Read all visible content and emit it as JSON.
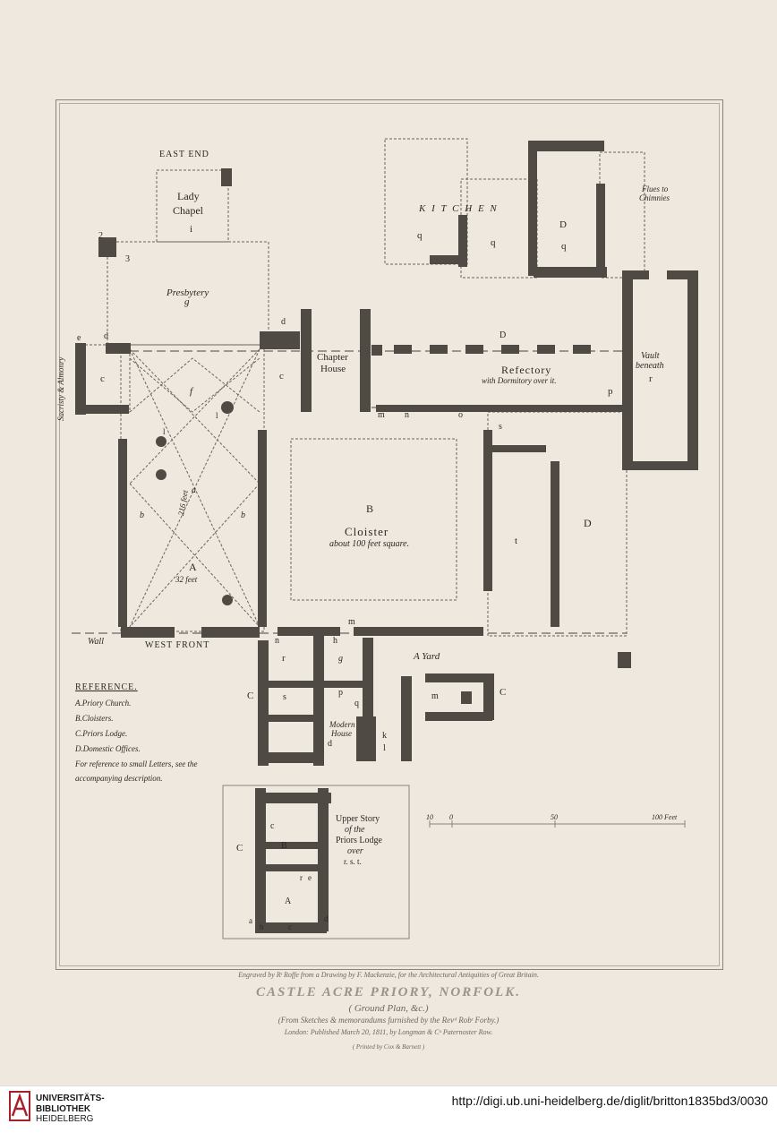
{
  "plan": {
    "east_end": "EAST END",
    "lady_chapel": [
      "Lady",
      "Chapel"
    ],
    "i": "i",
    "n2": "2",
    "n3": "3",
    "presbytery": "Presbytery",
    "g": "g",
    "e": "e",
    "d": "d",
    "c": "c",
    "f": "f",
    "sacristy": "Sacristy",
    "amp": "&",
    "almonry": "Almonry",
    "chapter_house": [
      "Chapter",
      "House"
    ],
    "refectory": "Refectory",
    "refectory_sub": "with Dormitory over it.",
    "D": "D",
    "p": "p",
    "vault_beneath": [
      "Vault",
      "beneath"
    ],
    "r": "r",
    "kitchen": "K I T C H E N",
    "q": "q",
    "flues": [
      "Flues to",
      "Chimnies"
    ],
    "m": "m",
    "n": "n",
    "o": "o",
    "s": "s",
    "t": "t",
    "a": "a",
    "b": "b",
    "l": "l",
    "cloister_letter": "B",
    "cloister": "Cloister",
    "cloister_sub": "about 100 feet square.",
    "nave_a": "A",
    "nave_width": "32 feet",
    "nave_length": "216 feet",
    "wall": "Wall",
    "west_front": "WEST FRONT",
    "h": "h",
    "a_yard": "A Yard",
    "C": "C",
    "modern_house": [
      "Modern",
      "House"
    ],
    "k": "k"
  },
  "reference": {
    "heading": "REFERENCE.",
    "items": [
      "A.Priory Church.",
      "B.Cloisters.",
      "C.Priors Lodge.",
      "D.Domestic Offices."
    ],
    "note": [
      "For reference to small Letters, see the",
      "accompanying description."
    ]
  },
  "inset": {
    "title": [
      "Upper Story",
      "of the",
      "Priors Lodge",
      "over",
      "r. s. t."
    ],
    "C": "C",
    "c": "c",
    "B": "B",
    "r": "r",
    "e": "e",
    "A": "A",
    "a": "a",
    "b": "b",
    "c2": "c",
    "d": "d"
  },
  "scale": {
    "labels": [
      "10",
      "0",
      "50",
      "100 Feet"
    ]
  },
  "captions": {
    "engraved": "Engraved by Rᵗ Roffe from a Drawing by F. Mackenzie, for the Architectural Antiquities of Great Britain.",
    "title": "CASTLE ACRE PRIORY, NORFOLK.",
    "subtitle": "( Ground Plan, &c.)",
    "sketches": "(From Sketches & memorandums furnished by the Revᵈ Robᵗ Forby.)",
    "published": "London: Published March 20, 1811, by Longman & Cᵒ Paternoster Row.",
    "printer": "( Printed by Cox & Barnett )"
  },
  "footer": {
    "logo_lines": [
      "UNIVERSITÄTS-",
      "BIBLIOTHEK",
      "HEIDELBERG"
    ],
    "url": "http://digi.ub.uni-heidelberg.de/diglit/britton1835bd3/0030"
  },
  "colors": {
    "paper": "#efe8df",
    "ink": "#5a554e",
    "wall": "#4f4a44",
    "logo_red": "#a8202a"
  }
}
